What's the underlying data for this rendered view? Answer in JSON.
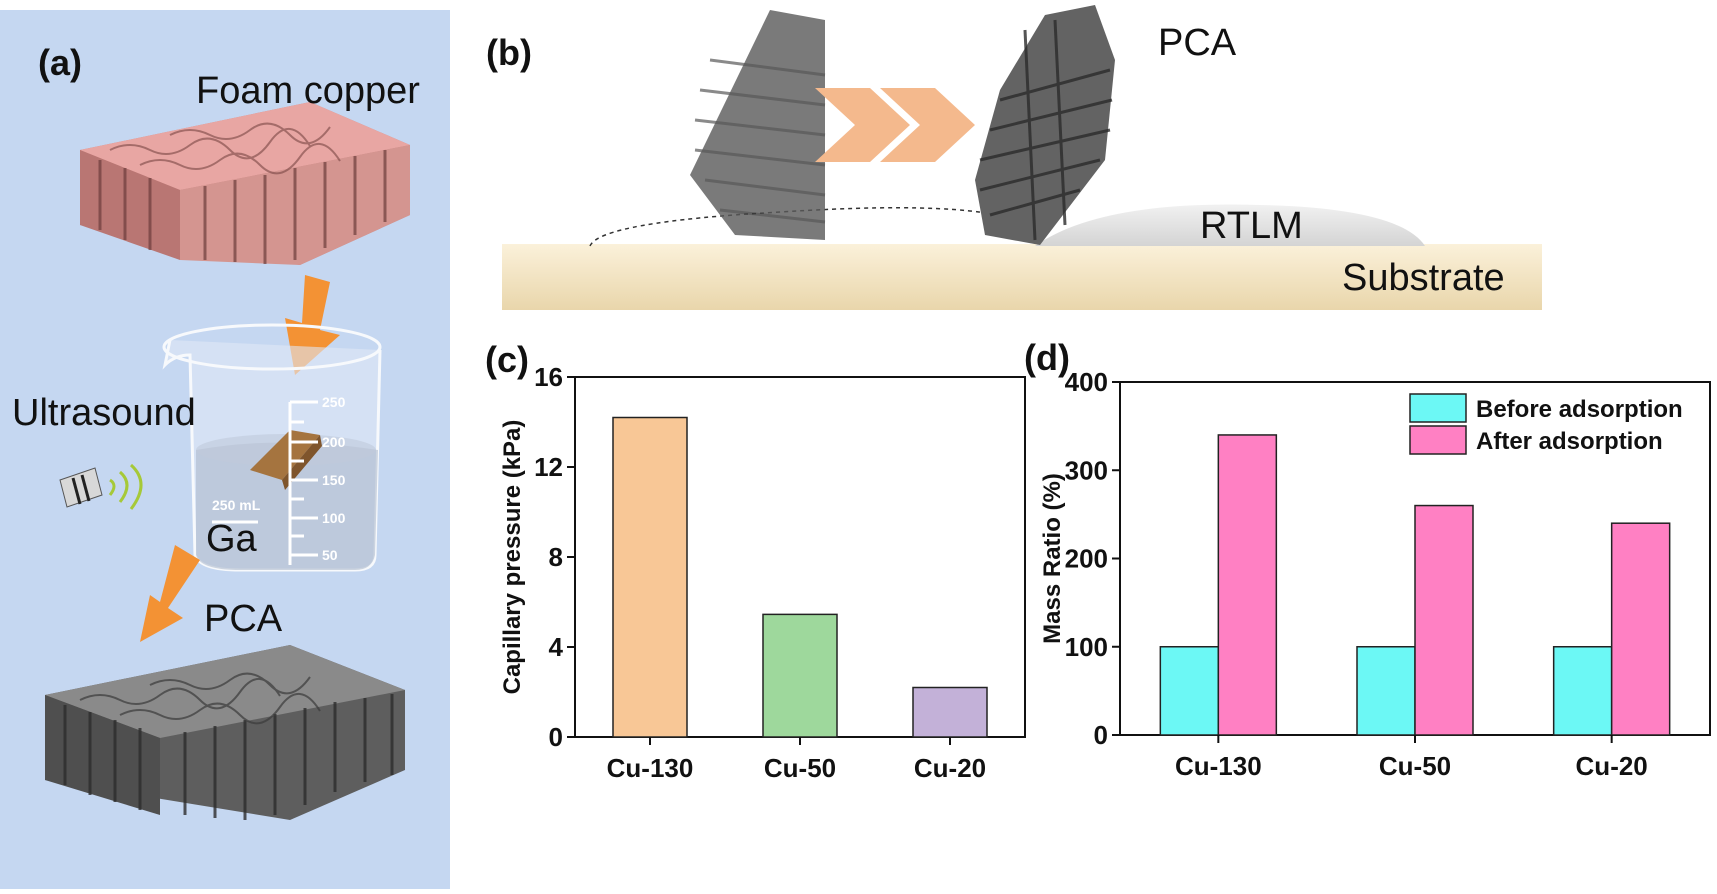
{
  "panel_a": {
    "label": "(a)",
    "foam_label": "Foam copper",
    "ultrasound_label": "Ultrasound",
    "ga_label": "Ga",
    "pca_label": "PCA",
    "beaker": {
      "volume_label": "250 mL",
      "marks": [
        "250",
        "200",
        "150",
        "100",
        "50"
      ]
    },
    "colors": {
      "background": "#c5d7f1",
      "arrow": "#f39234",
      "copper": "#d98f8c",
      "pca": "#6b6b6b"
    }
  },
  "panel_b": {
    "label": "(b)",
    "pca_label": "PCA",
    "rtlm_label": "RTLM",
    "substrate_label": "Substrate",
    "colors": {
      "substrate": "#f5e7c6",
      "chevron": "#f4b98d",
      "droplet": "#e3e3e3"
    }
  },
  "chart_data": [
    {
      "panel": "(c)",
      "type": "bar",
      "categories": [
        "Cu-130",
        "Cu-50",
        "Cu-20"
      ],
      "values": [
        14.2,
        5.45,
        2.2
      ],
      "colors": [
        "#f8c796",
        "#9ed89c",
        "#c3b1d8"
      ],
      "ylabel": "Capillary pressure (kPa)",
      "xlabel": "",
      "ylim": [
        0,
        16
      ],
      "yticks": [
        "0",
        "4",
        "8",
        "12",
        "16"
      ],
      "grid": false
    },
    {
      "panel": "(d)",
      "type": "bar",
      "categories": [
        "Cu-130",
        "Cu-50",
        "Cu-20"
      ],
      "series": [
        {
          "name": "Before adsorption",
          "values": [
            100,
            100,
            100
          ],
          "color": "#6cf8f5"
        },
        {
          "name": "After adsorption",
          "values": [
            340,
            260,
            240
          ],
          "color": "#ff80c3"
        }
      ],
      "ylabel": "Mass Ratio (%)",
      "xlabel": "",
      "ylim": [
        0,
        400
      ],
      "yticks": [
        "0",
        "100",
        "200",
        "300",
        "400"
      ],
      "legend": "top-right",
      "grid": false
    }
  ]
}
